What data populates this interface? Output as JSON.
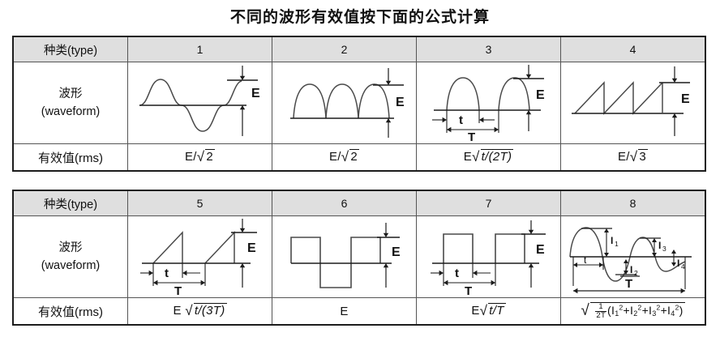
{
  "title": "不同的波形有效值按下面的公式计算",
  "colors": {
    "header_bg": "#dfdfdf",
    "table_border": "#1c1c1c",
    "cell_border": "#555555",
    "text": "#111111",
    "page_bg": "#ffffff"
  },
  "row_labels": {
    "type": "种类(type)",
    "waveform_zh": "波形",
    "waveform_en": "(waveform)",
    "rms": "有效值(rms)"
  },
  "tables": [
    {
      "id": "table-1",
      "columns": [
        {
          "number": "1",
          "waveform": "sine",
          "waveform_name": "full-sine-wave",
          "markers": [
            "E"
          ],
          "rms_text": "E/√2",
          "rms_parts": {
            "lead": "E/",
            "radicand": "2"
          }
        },
        {
          "number": "2",
          "waveform": "full-wave-rectified-sine",
          "waveform_name": "full-wave-rectified-sine",
          "markers": [
            "E"
          ],
          "rms_text": "E/√2",
          "rms_parts": {
            "lead": "E/",
            "radicand": "2"
          }
        },
        {
          "number": "3",
          "waveform": "half-wave-rectified-sine",
          "waveform_name": "half-wave-rectified-sine",
          "markers": [
            "E",
            "t",
            "T"
          ],
          "rms_text": "E√(t/(2T))",
          "rms_parts": {
            "lead": "E",
            "radicand": "t/(2T)"
          }
        },
        {
          "number": "4",
          "waveform": "sawtooth",
          "waveform_name": "sawtooth-wave",
          "markers": [
            "E"
          ],
          "rms_text": "E/√3",
          "rms_parts": {
            "lead": "E/",
            "radicand": "3"
          }
        }
      ]
    },
    {
      "id": "table-2",
      "columns": [
        {
          "number": "5",
          "waveform": "sawtooth-pulse",
          "waveform_name": "sawtooth-pulse-train",
          "markers": [
            "E",
            "t",
            "T"
          ],
          "rms_text": "E √(t/(3T))",
          "rms_parts": {
            "lead": "E ",
            "radicand": "t/(3T)"
          }
        },
        {
          "number": "6",
          "waveform": "square",
          "waveform_name": "bipolar-square-wave",
          "markers": [
            "E"
          ],
          "rms_text": "E",
          "rms_parts": {
            "lead": "E",
            "radicand": ""
          }
        },
        {
          "number": "7",
          "waveform": "pulse",
          "waveform_name": "unipolar-pulse-train",
          "markers": [
            "E",
            "t",
            "T"
          ],
          "rms_text": "E√(t/T)",
          "rms_parts": {
            "lead": "E",
            "radicand": "t/T"
          }
        },
        {
          "number": "8",
          "waveform": "damped-sine",
          "waveform_name": "damped-sine-wave",
          "markers": [
            "I1",
            "I2",
            "I3",
            "I4",
            "t",
            "T"
          ],
          "rms_text": "√(1/(2T)(I₁²+I₂²+I₃²+I₄²))",
          "rms_parts": {
            "lead": "",
            "frac_num": "1",
            "frac_den": "2T",
            "terms": [
              "I1",
              "I2",
              "I3",
              "I4"
            ]
          }
        }
      ]
    }
  ],
  "waveform_labels": {
    "E": "E",
    "t": "t",
    "T": "T",
    "I1": "I",
    "I2": "I",
    "I3": "I",
    "I4": "I",
    "i1": "1",
    "i2": "2",
    "i3": "3",
    "i4": "4"
  }
}
